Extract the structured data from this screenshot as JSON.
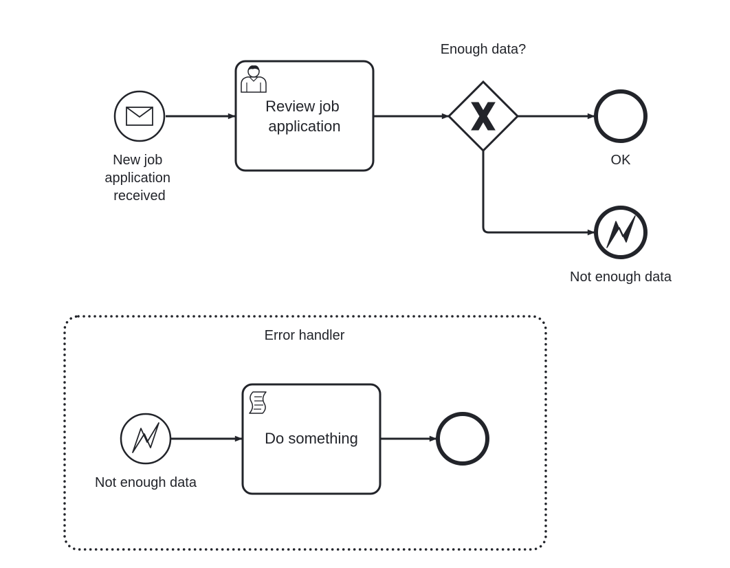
{
  "diagram": {
    "start_message_event": {
      "label_lines": [
        "New job",
        "application",
        "received"
      ]
    },
    "review_task": {
      "label_lines": [
        "Review job",
        "application"
      ]
    },
    "gateway": {
      "label": "Enough data?"
    },
    "end_ok": {
      "label": "OK"
    },
    "end_error": {
      "label": "Not enough data"
    },
    "subprocess": {
      "label": "Error handler",
      "error_start_event": {
        "label": "Not enough data"
      },
      "script_task": {
        "label": "Do something"
      }
    }
  },
  "colors": {
    "stroke": "#22242a",
    "fill": "#ffffff"
  },
  "icons": {
    "message": "envelope-icon",
    "user": "user-task-icon",
    "exclusive": "x-gateway-icon",
    "error": "lightning-icon",
    "script": "script-icon"
  }
}
